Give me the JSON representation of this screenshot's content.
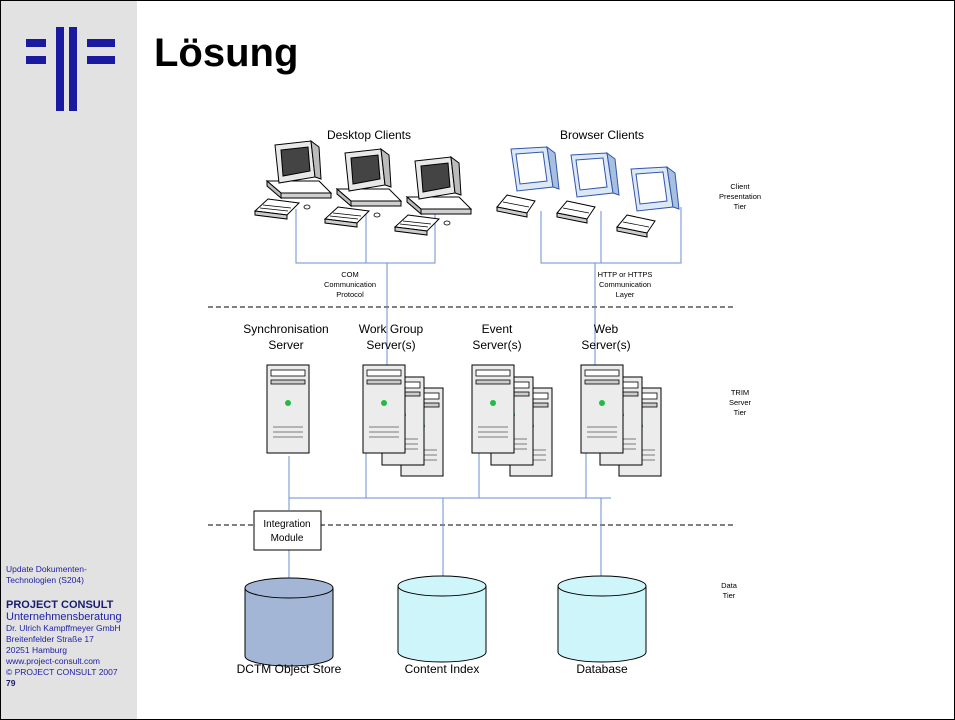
{
  "slide_title": "Lösung",
  "footer": {
    "course": "Update Dokumenten-Technologien (S204)",
    "course_line1": "Update Dokumenten-",
    "course_line2": "Technologien (S204)",
    "company": "PROJECT  CONSULT",
    "company_sub": "Unternehmensberatung",
    "person": "Dr. Ulrich Kampffmeyer  GmbH",
    "street": "Breitenfelder Straße 17",
    "city": "20251 Hamburg",
    "web": "www.project-consult.com",
    "copyright": "© PROJECT CONSULT  2007",
    "page_number": "79"
  },
  "diagram": {
    "desktop_clients": "Desktop Clients",
    "browser_clients": "Browser Clients",
    "tier_client": [
      "Client",
      "Presentation",
      "Tier"
    ],
    "com_protocol": [
      "COM",
      "Communication",
      "Protocol"
    ],
    "http_layer": [
      "HTTP or HTTPS",
      "Communication",
      "Layer"
    ],
    "sync_server": [
      "Synchronisation",
      "Server"
    ],
    "workgroup_server": [
      "Work Group",
      "Server(s)"
    ],
    "event_server": [
      "Event",
      "Server(s)"
    ],
    "web_server": [
      "Web",
      "Server(s)"
    ],
    "tier_server": [
      "TRIM",
      "Server",
      "Tier"
    ],
    "integration_module": [
      "Integration",
      "Module"
    ],
    "tier_data": [
      "Data",
      "Tier"
    ],
    "db_object_store": "DCTM Object Store",
    "db_content_index": "Content Index",
    "db_database": "Database",
    "colors": {
      "logo_blue": "#1a1aa0",
      "monitor_blue": "#cfe2f3",
      "db_object_store": "#a3b6d6",
      "db_cyan": "#cdf5fa",
      "line_blue": "#6a8fd0"
    }
  }
}
